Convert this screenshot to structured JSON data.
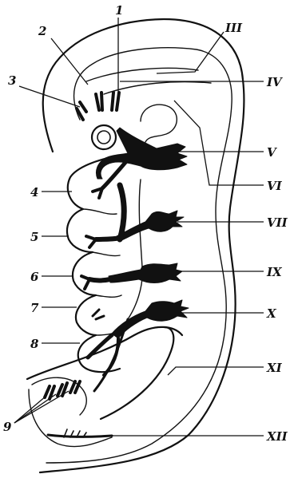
{
  "labels": {
    "n1": "1",
    "n2": "2",
    "n3": "3",
    "n4": "4",
    "n5": "5",
    "n6": "6",
    "n7": "7",
    "n8": "8",
    "n9": "9",
    "III": "III",
    "IV": "IV",
    "V": "V",
    "VI": "VI",
    "VII": "VII",
    "IX": "IX",
    "X": "X",
    "XI": "XI",
    "XII": "XII"
  }
}
